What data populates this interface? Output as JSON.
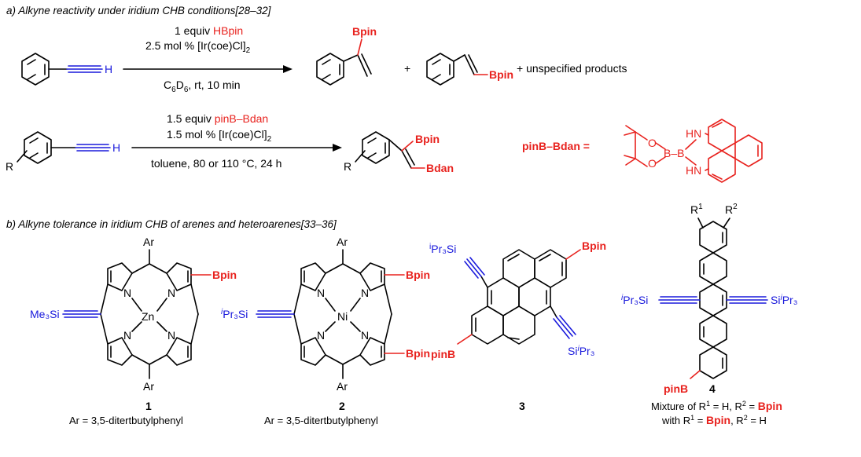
{
  "section_a": {
    "heading": "a) Alkyne reactivity under iridium CHB conditions[28–32]",
    "rxn1": {
      "reagent_prefix": "1 equiv ",
      "reagent": "HBpin",
      "catalyst_prefix": "2.5 mol % [Ir(coe)Cl]",
      "catalyst_sub": "2",
      "cond_c": "C",
      "cond_c_sub": "6",
      "cond_d": "D",
      "cond_d_sub": "6",
      "cond_rest": ", rt, 10 min",
      "h_label": "H",
      "product_bpin": "Bpin",
      "plus": "+",
      "product2_bpin": "Bpin",
      "extra": "+ unspecified products"
    },
    "rxn2": {
      "reagent_prefix": "1.5 equiv ",
      "reagent": "pinB–Bdan",
      "catalyst_prefix": "1.5 mol % [Ir(coe)Cl]",
      "catalyst_sub": "2",
      "conditions": "toluene, 80 or 110 °C, 24 h",
      "r_label": "R",
      "h_label": "H",
      "product_r": "R",
      "product_bpin": "Bpin",
      "product_bdan": "Bdan",
      "definition_label": "pinB–Bdan =",
      "struct_o1": "O",
      "struct_o2": "O",
      "struct_b": "B–B",
      "struct_nh1": "HN",
      "struct_nh2": "HN"
    }
  },
  "section_b": {
    "heading": "b) Alkyne tolerance in iridium CHB of arenes and heteroarenes[33–36]",
    "c1": {
      "ar_top": "Ar",
      "ar_bottom": "Ar",
      "n1": "N",
      "n2": "N",
      "n3": "N",
      "n4": "N",
      "metal": "Zn",
      "silyl": "Me₃Si",
      "bpin": "Bpin",
      "number": "1",
      "caption": "Ar = 3,5-ditertbutylphenyl"
    },
    "c2": {
      "ar_top": "Ar",
      "ar_bottom": "Ar",
      "n1": "N",
      "n2": "N",
      "n3": "N",
      "n4": "N",
      "metal": "Ni",
      "silyl_i": "i",
      "silyl_rest": "Pr₃Si",
      "bpin_top": "Bpin",
      "bpin_bottom": "Bpin",
      "number": "2",
      "caption": "Ar = 3,5-ditertbutylphenyl"
    },
    "c3": {
      "silyl_i": "i",
      "silyl_rest": "Pr₃Si",
      "bpin": "Bpin",
      "pinb": "pinB",
      "silyl2_rest": "Si",
      "silyl2_i": "i",
      "silyl2_tail": "Pr₃",
      "number": "3"
    },
    "c4": {
      "r1": "R",
      "r1_sup": "1",
      "r2": "R",
      "r2_sup": "2",
      "silyl_i": "i",
      "silyl_rest": "Pr₃Si",
      "silyl2_rest": "Si",
      "silyl2_i": "i",
      "silyl2_tail": "Pr₃",
      "pinb": "pinB",
      "number": "4",
      "cap1_a": "Mixture of R",
      "cap1_sup1": "1",
      "cap1_b": " = H, R",
      "cap1_sup2": "2",
      "cap1_c": " = ",
      "cap1_bpin": "Bpin",
      "cap2_a": "with R",
      "cap2_sup1": "1",
      "cap2_b": " = ",
      "cap2_bpin": "Bpin",
      "cap2_c": ", R",
      "cap2_sup2": "2",
      "cap2_d": " = H"
    }
  }
}
